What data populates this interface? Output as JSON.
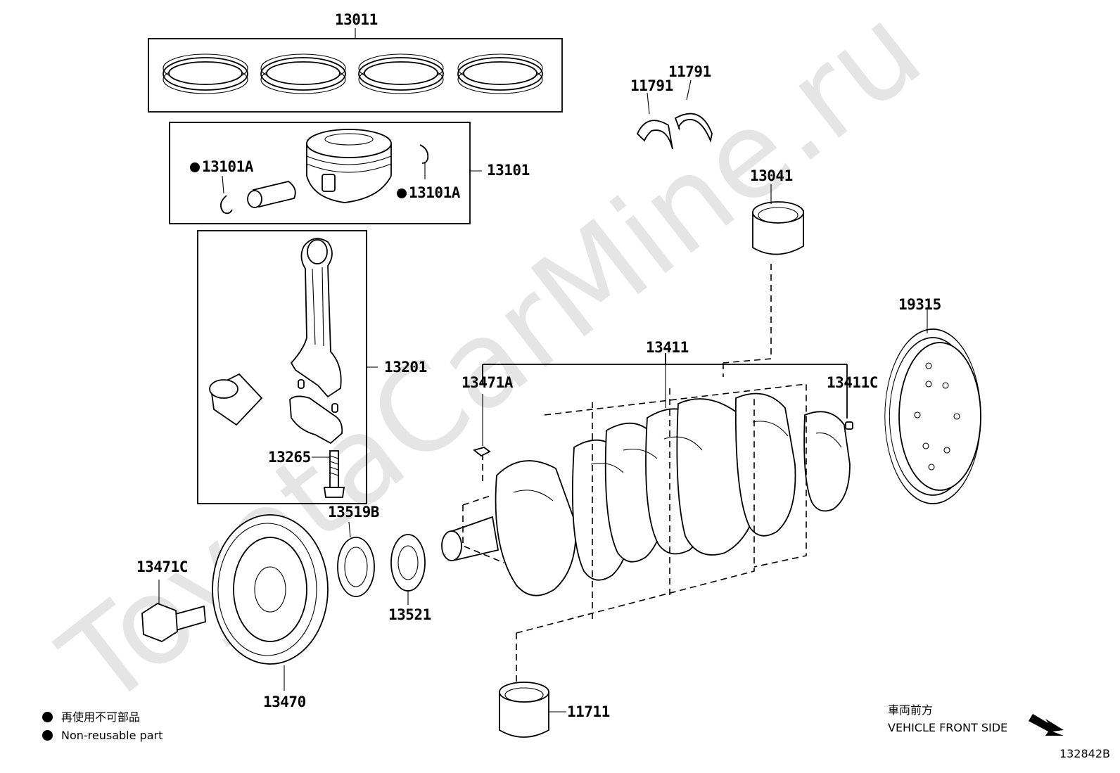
{
  "watermark": "ToyotaCarMine.ru",
  "parts": {
    "p13011": "13011",
    "p13101": "13101",
    "p13101A_left": "13101A",
    "p13101A_right": "13101A",
    "p13201": "13201",
    "p13265": "13265",
    "p11791_a": "11791",
    "p11791_b": "11791",
    "p13041": "13041",
    "p19315": "19315",
    "p13411": "13411",
    "p13471A": "13471A",
    "p13411C": "13411C",
    "p13519B": "13519B",
    "p13521": "13521",
    "p13471C": "13471C",
    "p13470": "13470",
    "p11711": "11711"
  },
  "legend": {
    "non_reusable_jp": "再使用不可部品",
    "non_reusable_en": "Non-reusable part"
  },
  "front": {
    "jp": "車両前方",
    "en": "VEHICLE FRONT SIDE"
  },
  "diagram_code": "132842B",
  "colors": {
    "ink": "#000000",
    "paper": "#ffffff",
    "watermark": "#e2e2e2"
  },
  "icons": {
    "non_reusable_marker": "filled-circle-icon",
    "front_arrow": "arrow-down-right-icon"
  }
}
